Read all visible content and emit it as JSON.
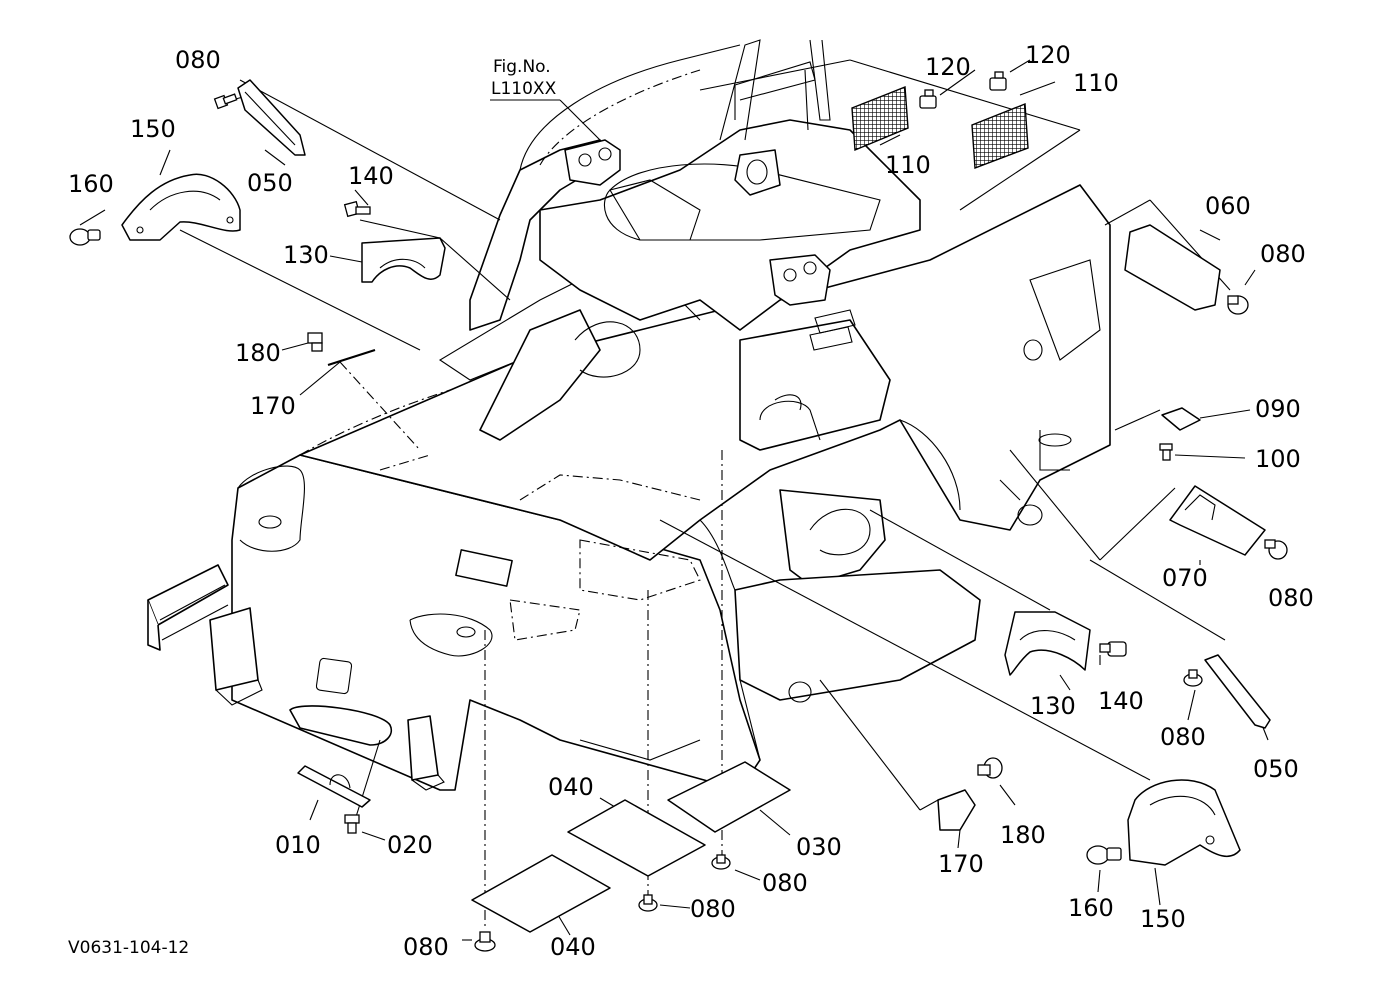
{
  "figure_ref": {
    "line1": "Fig.No.",
    "line2": "L110XX"
  },
  "drawing_code": "V0631-104-12",
  "callouts": {
    "c080_tl": "080",
    "c150_tl": "150",
    "c050_tl": "050",
    "c160_tl": "160",
    "c140_tl": "140",
    "c130_tl": "130",
    "c180_tl": "180",
    "c170_tl": "170",
    "c120_a": "120",
    "c120_b": "120",
    "c110_a": "110",
    "c110_b": "110",
    "c060": "060",
    "c080_r1": "080",
    "c090": "090",
    "c100": "100",
    "c070": "070",
    "c080_r2": "080",
    "c130_r": "130",
    "c140_r": "140",
    "c080_r3": "080",
    "c050_r": "050",
    "c180_b": "180",
    "c170_b": "170",
    "c160_br": "160",
    "c150_br": "150",
    "c010": "010",
    "c020": "020",
    "c040_a": "040",
    "c030": "030",
    "c080_b1": "080",
    "c080_b2": "080",
    "c040_b": "040",
    "c080_b3": "080"
  }
}
